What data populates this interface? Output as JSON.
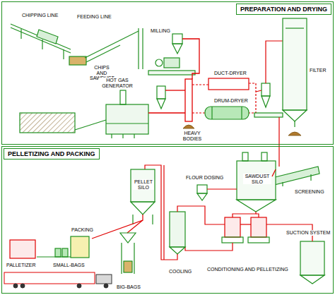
{
  "diagram": {
    "nodes": [
      {
        "text": [
          "PREPARATION AND DRYING"
        ]
      },
      {
        "text": [
          "PELLETIZING AND PACKING"
        ]
      }
    ],
    "labels": [
      "CHIPPING LINE",
      "FEEDING LINE",
      "CHIPS AND SAWDUST",
      "MILLING",
      "DUCT-DRYER",
      "DRUM-DRYER",
      "FILTER",
      "HOT GAS GENERATOR",
      "HEAVY BODIES",
      "FLOUR DOSING",
      "SAWDUST SILO",
      "SCREENING",
      "PELLET SILO",
      "PACKING",
      "PALLETIZER",
      "SMALL-BAGS",
      "BIG-BAGS",
      "COOLING",
      "CONDITIONING AND PELLETIZING",
      "SUCTION SYSTEM"
    ]
  }
}
